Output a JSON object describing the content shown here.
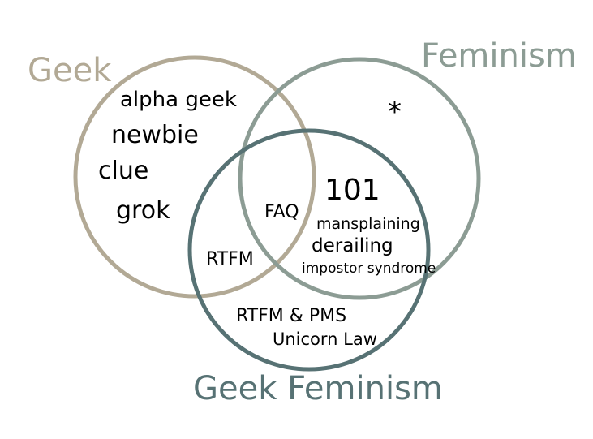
{
  "colors": {
    "geek": "#b2a995",
    "feminism": "#8c9c94",
    "geek_feminism": "#577274",
    "text": "#000000",
    "background": "#ffffff"
  },
  "sets": {
    "geek": {
      "title": "Geek"
    },
    "feminism": {
      "title": "Feminism"
    },
    "geek_feminism": {
      "title": "Geek Feminism"
    }
  },
  "regions": {
    "geek_only": [
      "alpha geek",
      "newbie",
      "clue",
      "grok"
    ],
    "feminism_only": [
      "*"
    ],
    "geek_and_feminism": [
      "FAQ"
    ],
    "geek_and_geek_feminism": [
      "RTFM"
    ],
    "feminism_and_geek_feminism": [
      "101",
      "mansplaining",
      "derailing",
      "impostor syndrome"
    ],
    "geek_feminism_only": [
      "RTFM & PMS",
      "Unicorn Law"
    ]
  }
}
